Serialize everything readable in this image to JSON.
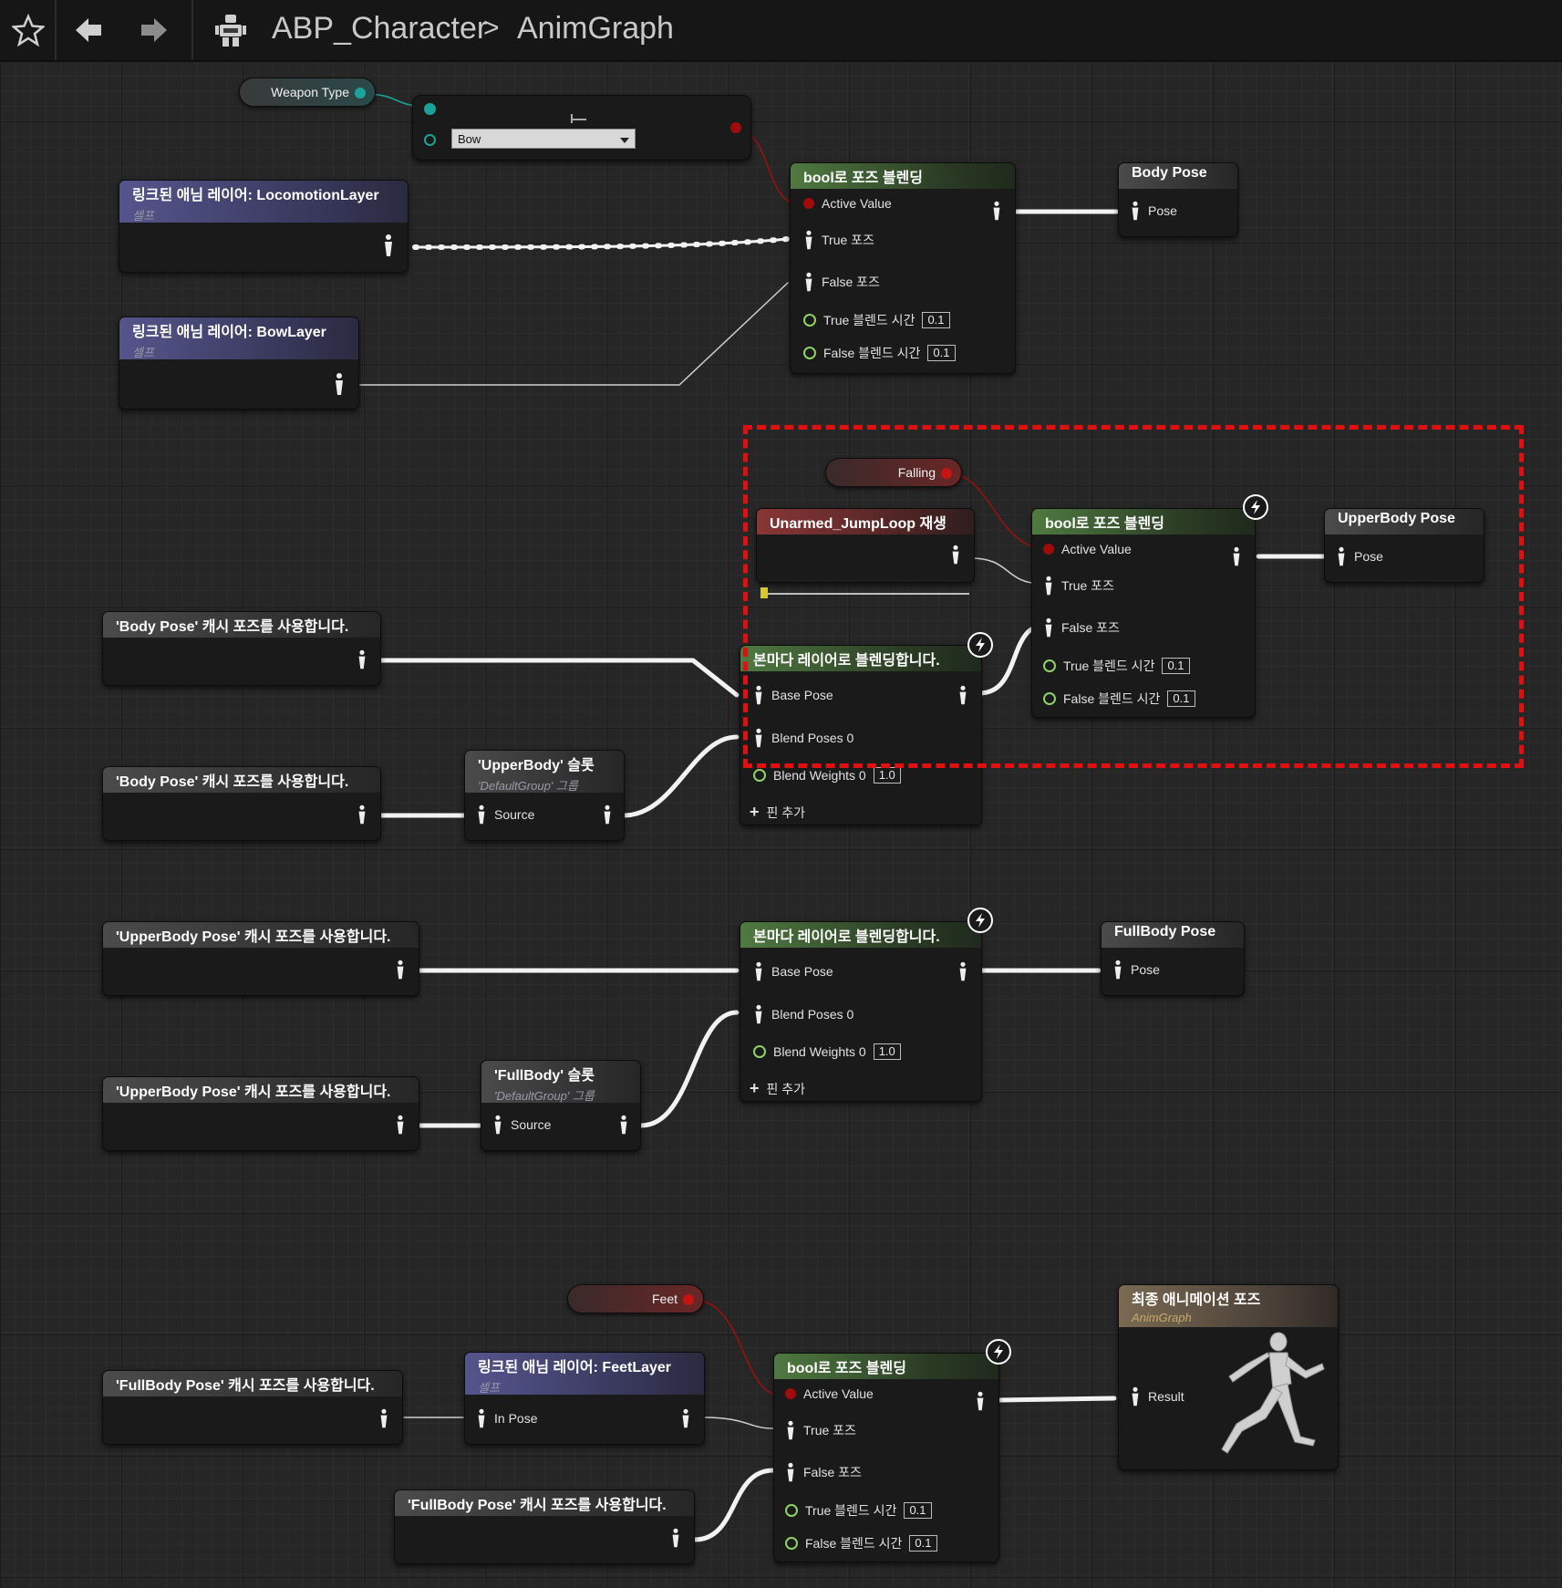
{
  "toolbar": {
    "breadcrumb_root": "ABP_Character",
    "breadcrumb_separator": ">",
    "breadcrumb_current": "AnimGraph"
  },
  "colors": {
    "exec_wire": "#f2f2f2",
    "bool_pin": "#a10b0b",
    "float_pin": "#8fd36a",
    "enum_pin": "#1aa39a",
    "selection": "#e01010"
  },
  "nodes": {
    "weapon_type_var": {
      "label": "Weapon Type"
    },
    "weapon_select": {
      "dropdown": "Bow"
    },
    "blend_bool_1": {
      "title": "bool로 포즈 블렌딩",
      "active": "Active Value",
      "true_pose": "True 포즈",
      "false_pose": "False 포즈",
      "true_time": "True 블렌드 시간",
      "true_val": "0.1",
      "false_time": "False 블렌드 시간",
      "false_val": "0.1"
    },
    "locomotion_layer": {
      "title": "링크된 애님 레이어: LocomotionLayer",
      "sub": "셀프"
    },
    "bow_layer": {
      "title": "링크된 애님 레이어: BowLayer",
      "sub": "셀프"
    },
    "body_pose_save": {
      "title": "Body Pose",
      "pin": "Pose"
    },
    "falling_var": {
      "label": "Falling"
    },
    "jump_loop": {
      "title": "Unarmed_JumpLoop 재생"
    },
    "blend_bool_2": {
      "title": "bool로 포즈 블렌딩",
      "active": "Active Value",
      "true_pose": "True 포즈",
      "false_pose": "False 포즈",
      "true_time": "True 블렌드 시간",
      "true_val": "0.1",
      "false_time": "False 블렌드 시간",
      "false_val": "0.1"
    },
    "upperbody_pose_save": {
      "title": "UpperBody Pose",
      "pin": "Pose"
    },
    "use_body_pose_1": {
      "title": "'Body Pose' 캐시 포즈를 사용합니다."
    },
    "use_body_pose_2": {
      "title": "'Body Pose' 캐시 포즈를 사용합니다."
    },
    "upperbody_slot": {
      "title": "'UpperBody' 슬롯",
      "sub": "'DefaultGroup' 그룹",
      "pin": "Source"
    },
    "layered_blend_1": {
      "title": "본마다 레이어로 블렌딩합니다.",
      "base": "Base Pose",
      "blend_poses": "Blend Poses 0",
      "blend_weights": "Blend Weights 0",
      "weight_val": "1.0",
      "add_pin": "핀 추가"
    },
    "use_upper_1": {
      "title": "'UpperBody Pose' 캐시 포즈를 사용합니다."
    },
    "use_upper_2": {
      "title": "'UpperBody Pose' 캐시 포즈를 사용합니다."
    },
    "fullbody_slot": {
      "title": "'FullBody' 슬롯",
      "sub": "'DefaultGroup' 그룹",
      "pin": "Source"
    },
    "layered_blend_2": {
      "title": "본마다 레이어로 블렌딩합니다.",
      "base": "Base Pose",
      "blend_poses": "Blend Poses 0",
      "blend_weights": "Blend Weights 0",
      "weight_val": "1.0",
      "add_pin": "핀 추가"
    },
    "fullbody_pose_save": {
      "title": "FullBody Pose",
      "pin": "Pose"
    },
    "feet_var": {
      "label": "Feet"
    },
    "use_full_1": {
      "title": "'FullBody Pose' 캐시 포즈를 사용합니다."
    },
    "feet_layer": {
      "title": "링크된 애님 레이어: FeetLayer",
      "sub": "셀프",
      "pin": "In Pose"
    },
    "use_full_2": {
      "title": "'FullBody Pose' 캐시 포즈를 사용합니다."
    },
    "blend_bool_3": {
      "title": "bool로 포즈 블렌딩",
      "active": "Active Value",
      "true_pose": "True 포즈",
      "false_pose": "False 포즈",
      "true_time": "True 블렌드 시간",
      "true_val": "0.1",
      "false_time": "False 블렌드 시간",
      "false_val": "0.1"
    },
    "output_pose": {
      "title": "최종 애니메이션 포즈",
      "sub": "AnimGraph",
      "pin": "Result"
    }
  }
}
